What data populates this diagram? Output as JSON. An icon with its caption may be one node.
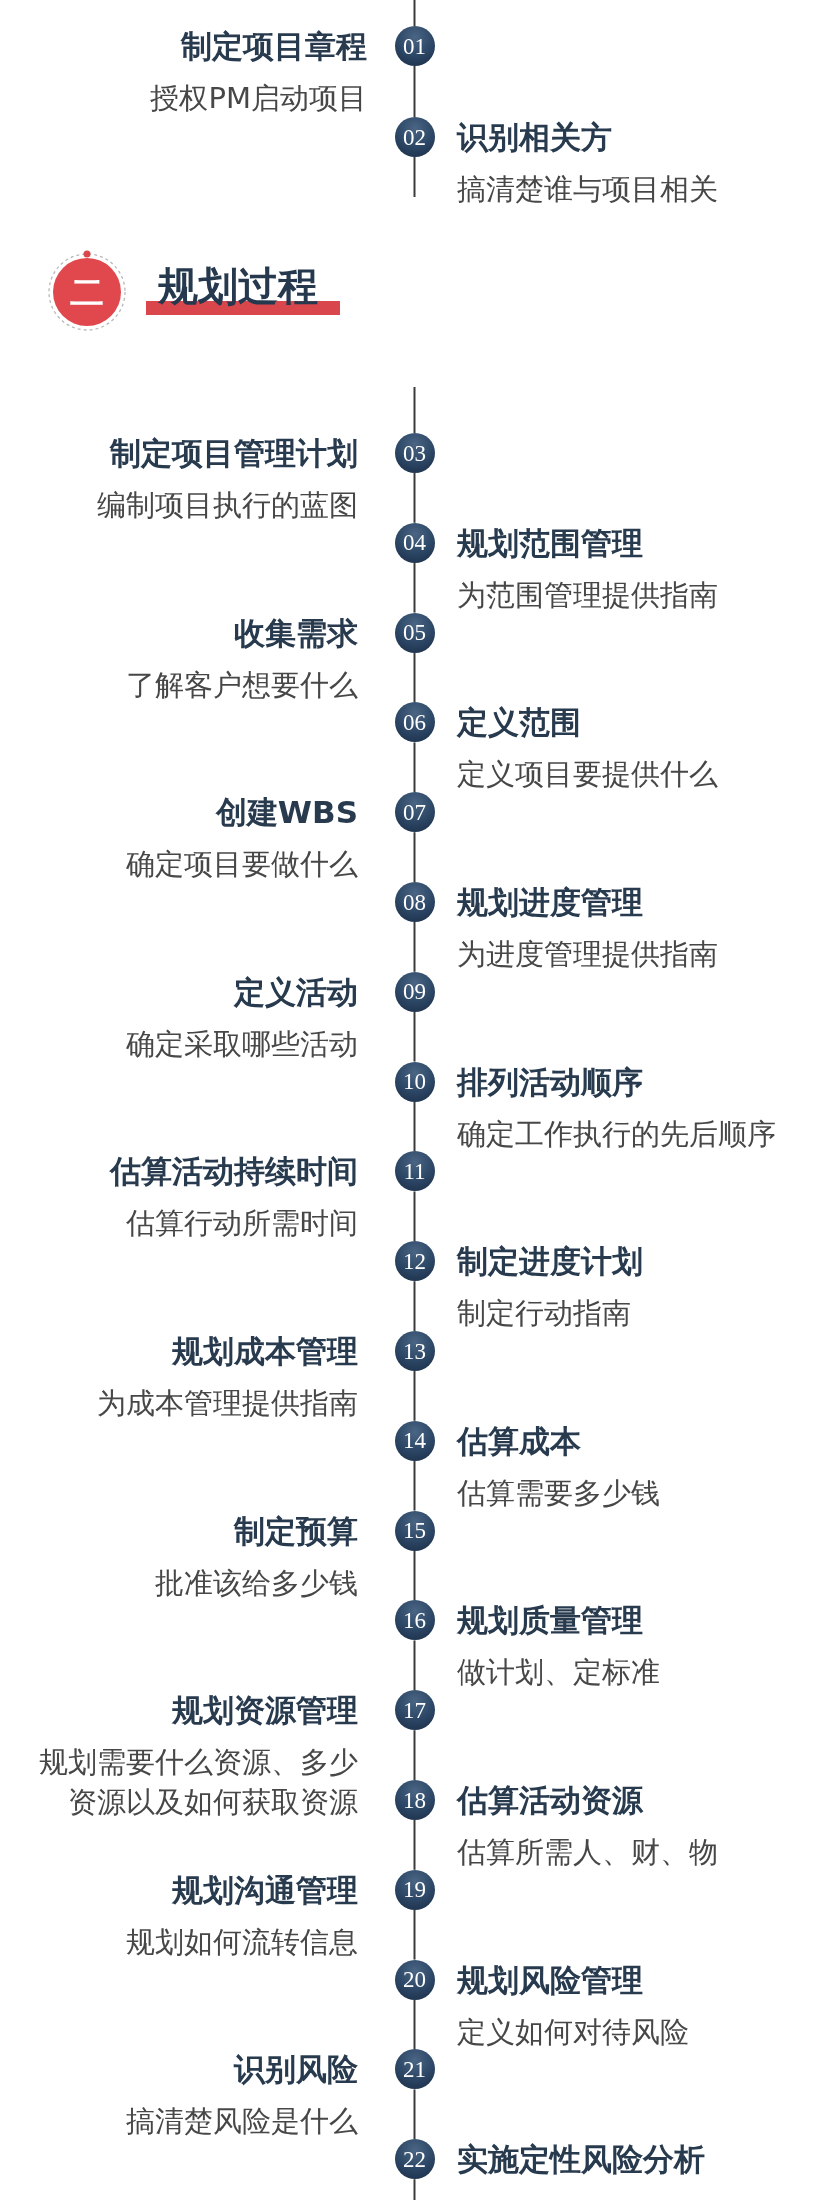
{
  "diagram": {
    "nodes": [
      {
        "text": [
          "01"
        ],
        "beside": [
          "制定项目章程",
          "授权PM启动项目"
        ]
      },
      {
        "text": [
          "02"
        ],
        "beside": [
          "识别相关方",
          "搞清楚谁与项目相关"
        ]
      },
      {
        "text": [
          "二"
        ],
        "beside": [
          "规划过程"
        ]
      },
      {
        "text": [
          "03"
        ],
        "beside": [
          "制定项目管理计划",
          "编制项目执行的蓝图"
        ]
      },
      {
        "text": [
          "04"
        ],
        "beside": [
          "规划范围管理",
          "为范围管理提供指南"
        ]
      },
      {
        "text": [
          "05"
        ],
        "beside": [
          "收集需求",
          "了解客户想要什么"
        ]
      },
      {
        "text": [
          "06"
        ],
        "beside": [
          "定义范围",
          "定义项目要提供什么"
        ]
      },
      {
        "text": [
          "07"
        ],
        "beside": [
          "创建WBS",
          "确定项目要做什么"
        ]
      },
      {
        "text": [
          "08"
        ],
        "beside": [
          "规划进度管理",
          "为进度管理提供指南"
        ]
      },
      {
        "text": [
          "09"
        ],
        "beside": [
          "定义活动",
          "确定采取哪些活动"
        ]
      },
      {
        "text": [
          "10"
        ],
        "beside": [
          "排列活动顺序",
          "确定工作执行的先后顺序"
        ]
      },
      {
        "text": [
          "11"
        ],
        "beside": [
          "估算活动持续时间",
          "估算行动所需时间"
        ]
      },
      {
        "text": [
          "12"
        ],
        "beside": [
          "制定进度计划",
          "制定行动指南"
        ]
      },
      {
        "text": [
          "13"
        ],
        "beside": [
          "规划成本管理",
          "为成本管理提供指南"
        ]
      },
      {
        "text": [
          "14"
        ],
        "beside": [
          "估算成本",
          "估算需要多少钱"
        ]
      },
      {
        "text": [
          "15"
        ],
        "beside": [
          "制定预算",
          "批准该给多少钱"
        ]
      },
      {
        "text": [
          "16"
        ],
        "beside": [
          "规划质量管理",
          "做计划、定标准"
        ]
      },
      {
        "text": [
          "17"
        ],
        "beside": [
          "规划资源管理",
          "规划需要什么资源、多少资源以及如何获取资源"
        ]
      },
      {
        "text": [
          "18"
        ],
        "beside": [
          "估算活动资源",
          "估算所需人、财、物"
        ]
      },
      {
        "text": [
          "19"
        ],
        "beside": [
          "规划沟通管理",
          "规划如何流转信息"
        ]
      },
      {
        "text": [
          "20"
        ],
        "beside": [
          "规划风险管理",
          "定义如何对待风险"
        ]
      },
      {
        "text": [
          "21"
        ],
        "beside": [
          "识别风险",
          "搞清楚风险是什么"
        ]
      },
      {
        "text": [
          "22"
        ],
        "beside": [
          "实施定性风险分析"
        ]
      }
    ],
    "edges": [
      {
        "from": null,
        "to": 0,
        "arrow": "none"
      },
      {
        "from": 0,
        "to": 1,
        "arrow": "none"
      },
      {
        "from": 1,
        "to": null,
        "arrow": "none"
      },
      {
        "from": null,
        "to": 3,
        "arrow": "none"
      },
      {
        "from": 3,
        "to": 4,
        "arrow": "none"
      },
      {
        "from": 4,
        "to": 5,
        "arrow": "none"
      },
      {
        "from": 5,
        "to": 6,
        "arrow": "none"
      },
      {
        "from": 6,
        "to": 7,
        "arrow": "none"
      },
      {
        "from": 7,
        "to": 8,
        "arrow": "none"
      },
      {
        "from": 8,
        "to": 9,
        "arrow": "none"
      },
      {
        "from": 9,
        "to": 10,
        "arrow": "none"
      },
      {
        "from": 10,
        "to": 11,
        "arrow": "none"
      },
      {
        "from": 11,
        "to": 12,
        "arrow": "none"
      },
      {
        "from": 12,
        "to": 13,
        "arrow": "none"
      },
      {
        "from": 13,
        "to": 14,
        "arrow": "none"
      },
      {
        "from": 14,
        "to": 15,
        "arrow": "none"
      },
      {
        "from": 15,
        "to": 16,
        "arrow": "none"
      },
      {
        "from": 16,
        "to": 17,
        "arrow": "none"
      },
      {
        "from": 17,
        "to": 18,
        "arrow": "none"
      },
      {
        "from": 18,
        "to": 19,
        "arrow": "none"
      },
      {
        "from": 19,
        "to": 20,
        "arrow": "none"
      },
      {
        "from": 20,
        "to": 21,
        "arrow": "none"
      },
      {
        "from": 21,
        "to": 22,
        "arrow": "none"
      },
      {
        "from": 22,
        "to": null,
        "arrow": "none"
      }
    ]
  }
}
